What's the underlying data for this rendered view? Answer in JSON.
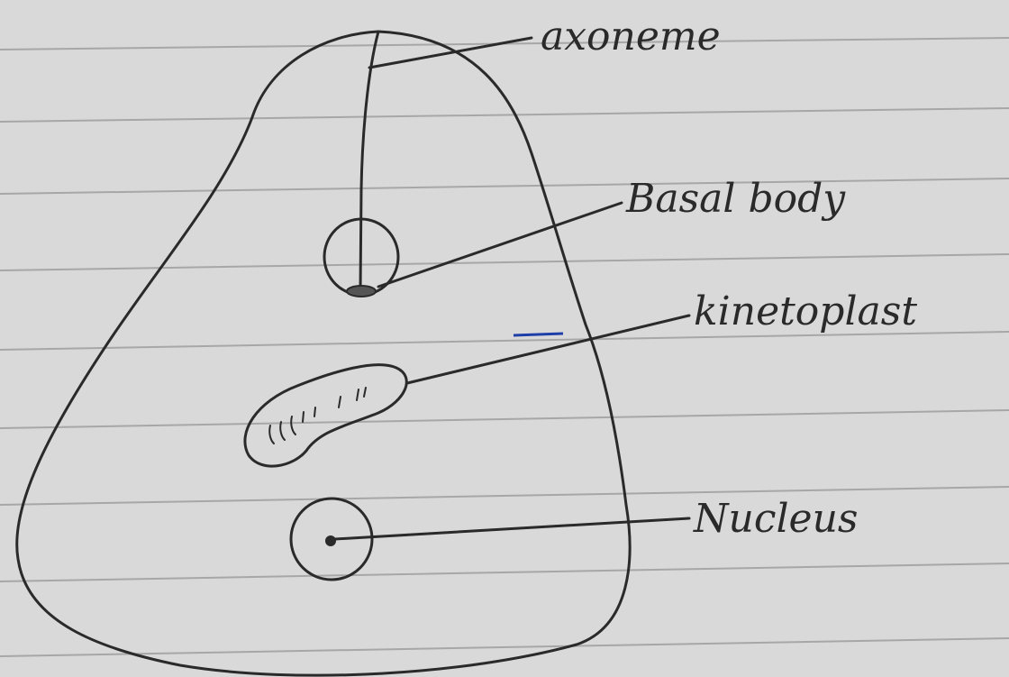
{
  "labels": {
    "axoneme": "axoneme",
    "basal_body": "Basal body",
    "kinetoplast": "kinetoplast",
    "nucleus": "Nucleus"
  },
  "colors": {
    "paper": "#d9d9d9",
    "ink": "#2a2a2a",
    "rule_line": "#a7a7a7",
    "margin_mark": "#1f3fa8"
  }
}
